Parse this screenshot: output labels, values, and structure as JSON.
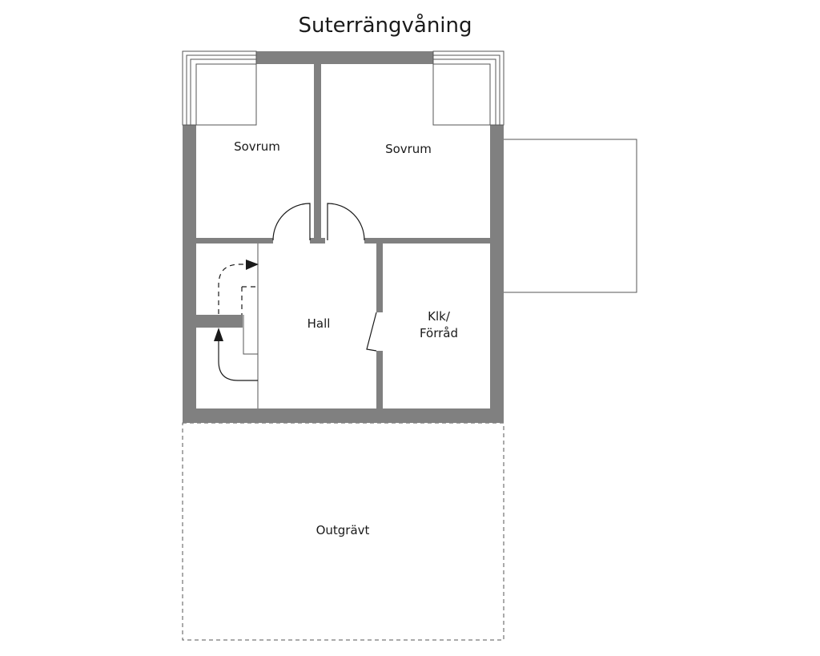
{
  "title": "Suterrängvåning",
  "rooms": {
    "sovrum_left": "Sovrum",
    "sovrum_right": "Sovrum",
    "hall": "Hall",
    "klk_line1": "Klk/",
    "klk_line2": "Förråd",
    "outgravt": "Outgrävt"
  },
  "colors": {
    "wall": "#808080",
    "line": "#1a1a1a",
    "background": "#ffffff"
  }
}
